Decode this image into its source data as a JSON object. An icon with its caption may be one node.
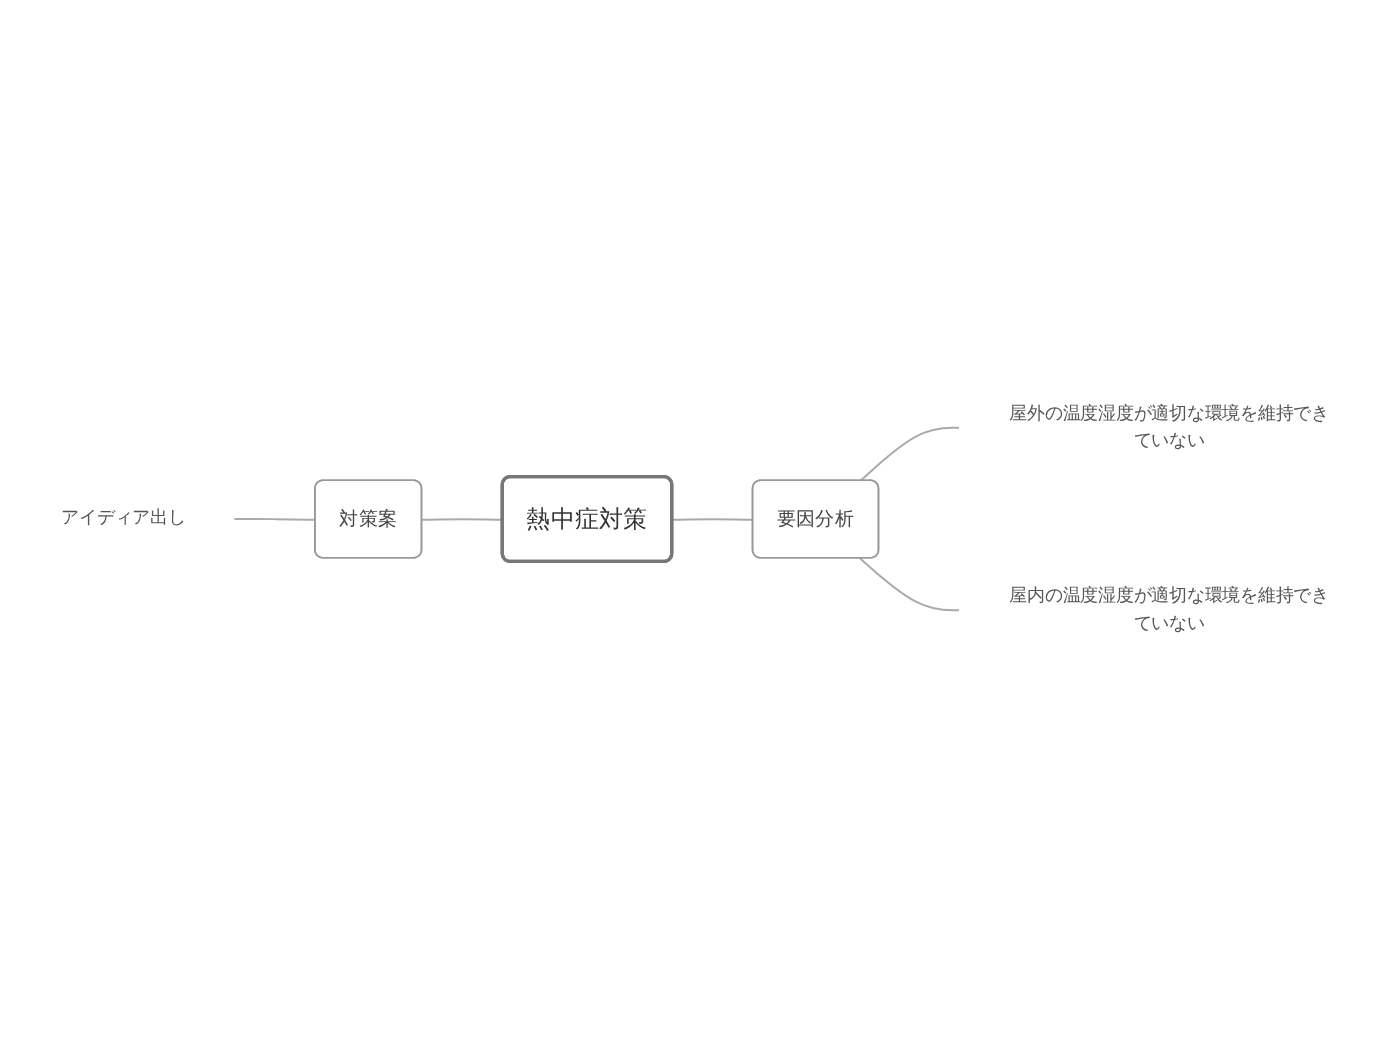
{
  "diagram": {
    "nodes": [
      {
        "text": [
          "熱中症対策"
        ]
      },
      {
        "text": [
          "対策案"
        ]
      },
      {
        "text": [
          "アイディア出し"
        ]
      },
      {
        "text": [
          "要因分析"
        ]
      },
      {
        "text": [
          "屋外の温度湿度が適切な環境を維持できていない"
        ]
      },
      {
        "text": [
          "屋内の温度湿度が適切な環境を維持できていない"
        ]
      }
    ],
    "edges": [
      {
        "from": 2,
        "to": 1,
        "arrow": "none"
      },
      {
        "from": 1,
        "to": 0,
        "arrow": "none"
      },
      {
        "from": 0,
        "to": 3,
        "arrow": "none"
      },
      {
        "from": 3,
        "to": 4,
        "arrow": "none"
      },
      {
        "from": 3,
        "to": 5,
        "arrow": "none"
      }
    ]
  }
}
